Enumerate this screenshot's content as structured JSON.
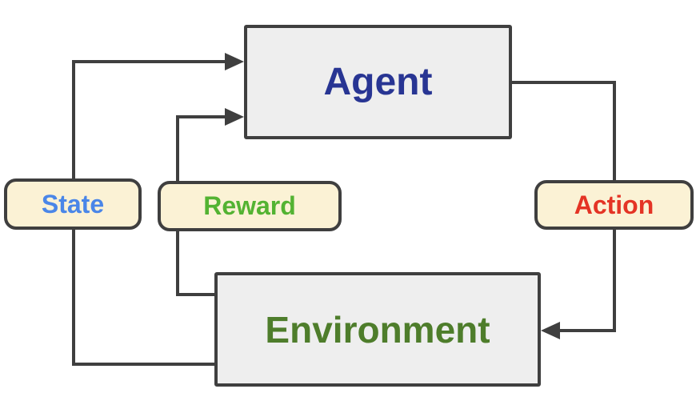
{
  "diagram": {
    "type": "flow-diagram",
    "topic": "reinforcement learning agent-environment loop",
    "nodes": {
      "agent": {
        "label": "Agent",
        "text_color": "#283593"
      },
      "environment": {
        "label": "Environment",
        "text_color": "#4e7d2b"
      }
    },
    "pills": {
      "state": {
        "label": "State",
        "text_color": "#4a86e8"
      },
      "reward": {
        "label": "Reward",
        "text_color": "#53b332"
      },
      "action": {
        "label": "Action",
        "text_color": "#e43425"
      }
    },
    "edges": [
      {
        "from": "environment",
        "via": "state",
        "to": "agent"
      },
      {
        "from": "environment",
        "via": "reward",
        "to": "agent"
      },
      {
        "from": "agent",
        "via": "action",
        "to": "environment"
      }
    ],
    "colors": {
      "background": "#ffffff",
      "wire": "#3f3f3f",
      "node_fill": "#eeeeee",
      "node_border": "#3f3f3f",
      "pill_fill": "#fbf2d5"
    }
  }
}
